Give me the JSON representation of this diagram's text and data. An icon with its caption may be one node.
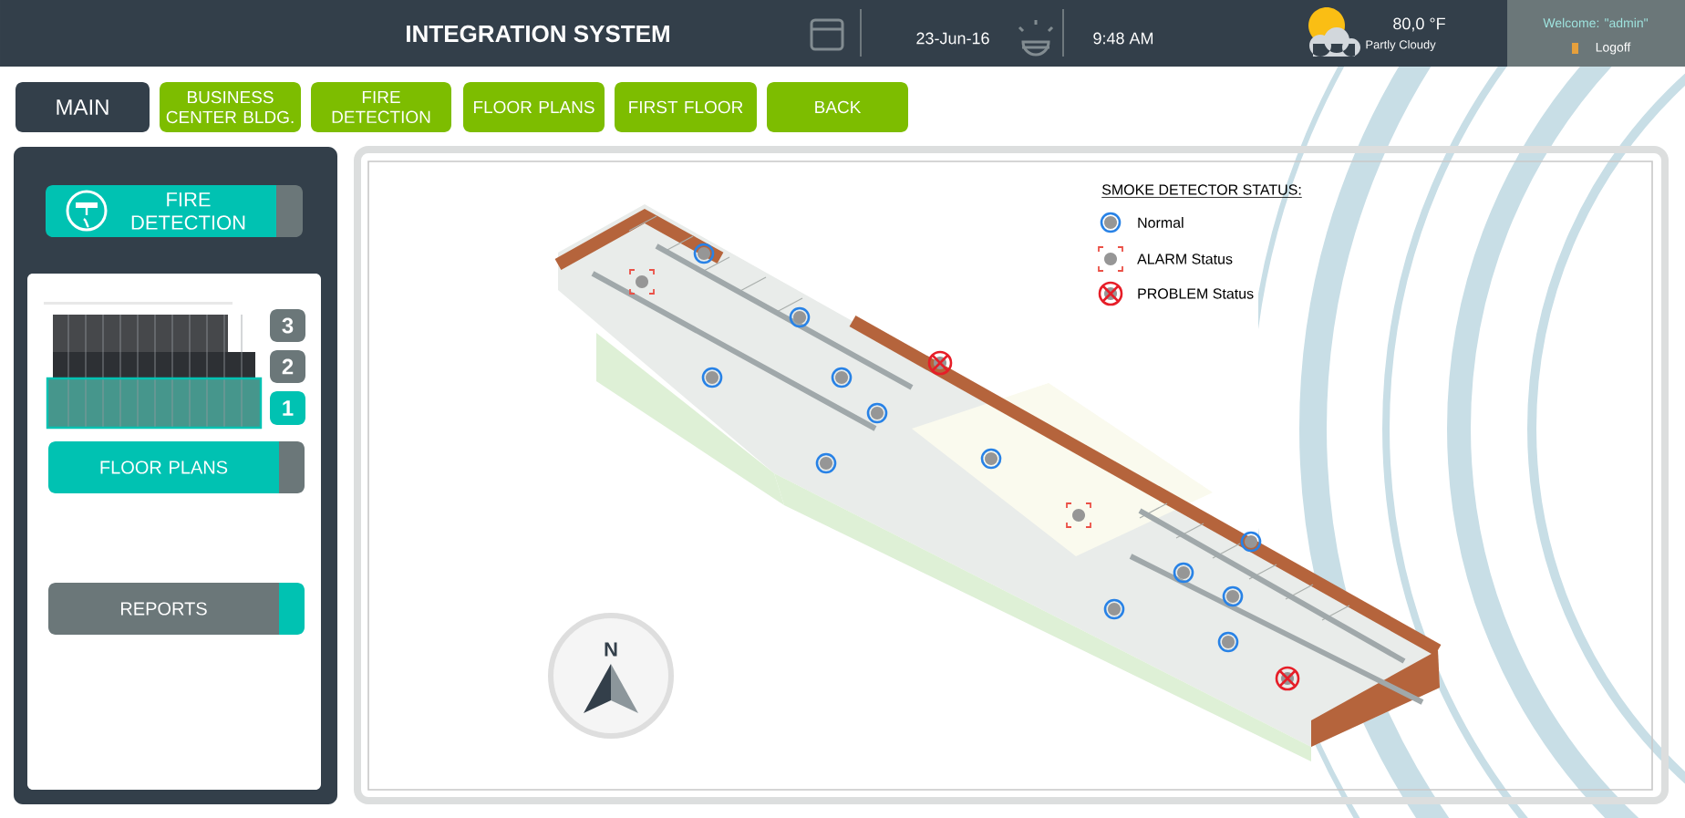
{
  "diagram": {
    "title": "INTEGRATION SYSTEM",
    "nodes": [
      {
        "text": [
          "MAIN"
        ]
      },
      {
        "text": [
          "BUSINESS CENTER BLDG."
        ]
      },
      {
        "text": [
          "FIRE DETECTION"
        ]
      },
      {
        "text": [
          "FLOOR PLANS"
        ]
      },
      {
        "text": [
          "FIRST FLOOR"
        ]
      },
      {
        "text": [
          "BACK"
        ]
      },
      {
        "text": [
          "Logoff"
        ]
      },
      {
        "text": [
          "FIRE DETECTION"
        ]
      },
      {
        "text": [
          "3"
        ]
      },
      {
        "text": [
          "2"
        ]
      },
      {
        "text": [
          "1"
        ]
      },
      {
        "text": [
          "FLOOR PLANS"
        ]
      },
      {
        "text": [
          "REPORTS"
        ]
      }
    ],
    "labels": [
      "23-Jun-16",
      "9:48 AM",
      "80,0 °F",
      "Partly Cloudy",
      "Welcome: \"admin\"",
      "SMOKE DETECTOR STATUS:",
      "N"
    ],
    "legend": [
      {
        "text": "Normal"
      },
      {
        "text": "ALARM Status"
      },
      {
        "text": "PROBLEM Status"
      }
    ]
  }
}
